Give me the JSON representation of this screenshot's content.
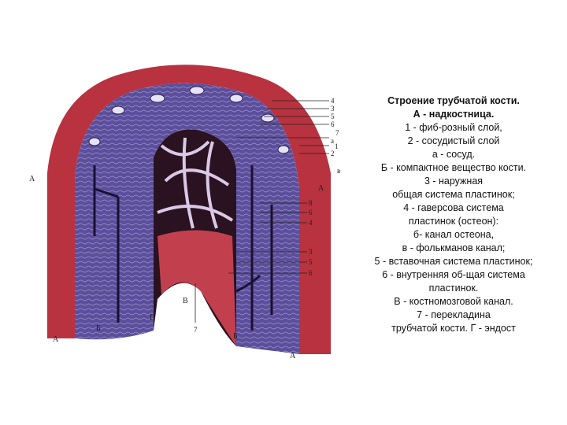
{
  "caption": {
    "title": "Строение трубчатой кости.",
    "subtitle": "А - надкостница.",
    "lines": [
      "1 - фиб-розный слой,",
      "2 - сосудистый слой",
      "а - сосуд.",
      "Б - компактное вещество кости.",
      "3 - наружная",
      "общая система пластинок;",
      "4 - гаверсова система",
      "пластинок (остеон):",
      "б- канал остеона,",
      "в - фолькманов канал;",
      "5 - вставочная система пластинок;",
      "6 - внутренняя об-щая система",
      "пластинок.",
      "В - костномозговой канал.",
      "7 - перекладина",
      "трубчатой кости. Г - эндост"
    ]
  },
  "labels": {
    "top_right": [
      "4",
      "3",
      "5",
      "6",
      "7",
      "а",
      "1",
      "2"
    ],
    "right_b": "в",
    "right_mid": [
      "8",
      "6",
      "4"
    ],
    "right_low": [
      "3",
      "5",
      "6"
    ],
    "bottom_7": "7",
    "letter_A": "А",
    "letter_B": "Б",
    "letter_V": "В",
    "letter_G": "Г"
  },
  "colors": {
    "bone": "#5b4f9c",
    "bone_dark": "#3e3479",
    "periosteum": "#b8323f",
    "marrow": "#26121e",
    "trabecula": "#d9c9e6"
  }
}
